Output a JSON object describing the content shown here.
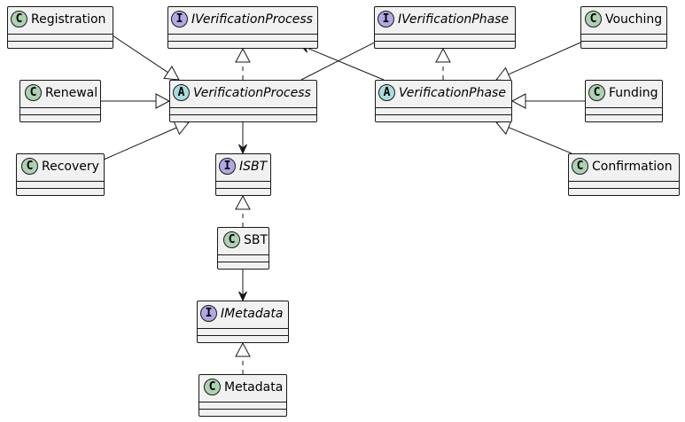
{
  "colors": {
    "class_badge": "#add1b2",
    "interface_badge": "#b4a7e5",
    "abstract_badge": "#a9dcdf",
    "box_fill": "#f1f1f1",
    "line": "#181818"
  },
  "nodes": [
    {
      "id": "Registration",
      "kind": "class",
      "badge": "C",
      "name": "Registration"
    },
    {
      "id": "IVerificationProcess",
      "kind": "interface",
      "badge": "I",
      "name": "IVerificationProcess"
    },
    {
      "id": "IVerificationPhase",
      "kind": "interface",
      "badge": "I",
      "name": "IVerificationPhase"
    },
    {
      "id": "Vouching",
      "kind": "class",
      "badge": "C",
      "name": "Vouching"
    },
    {
      "id": "Renewal",
      "kind": "class",
      "badge": "C",
      "name": "Renewal"
    },
    {
      "id": "VerificationProcess",
      "kind": "abstract",
      "badge": "A",
      "name": "VerificationProcess"
    },
    {
      "id": "VerificationPhase",
      "kind": "abstract",
      "badge": "A",
      "name": "VerificationPhase"
    },
    {
      "id": "Funding",
      "kind": "class",
      "badge": "C",
      "name": "Funding"
    },
    {
      "id": "Recovery",
      "kind": "class",
      "badge": "C",
      "name": "Recovery"
    },
    {
      "id": "ISBT",
      "kind": "interface",
      "badge": "I",
      "name": "ISBT"
    },
    {
      "id": "Confirmation",
      "kind": "class",
      "badge": "C",
      "name": "Confirmation"
    },
    {
      "id": "SBT",
      "kind": "class",
      "badge": "C",
      "name": "SBT"
    },
    {
      "id": "IMetadata",
      "kind": "interface",
      "badge": "I",
      "name": "IMetadata"
    },
    {
      "id": "Metadata",
      "kind": "class",
      "badge": "C",
      "name": "Metadata"
    }
  ],
  "edges": [
    {
      "from": "Registration",
      "to": "VerificationProcess",
      "type": "extends"
    },
    {
      "from": "Renewal",
      "to": "VerificationProcess",
      "type": "extends"
    },
    {
      "from": "Recovery",
      "to": "VerificationProcess",
      "type": "extends"
    },
    {
      "from": "VerificationProcess",
      "to": "IVerificationProcess",
      "type": "implements"
    },
    {
      "from": "VerificationProcess",
      "to": "IVerificationPhase",
      "type": "association"
    },
    {
      "from": "VerificationPhase",
      "to": "IVerificationProcess",
      "type": "association"
    },
    {
      "from": "VerificationPhase",
      "to": "IVerificationPhase",
      "type": "implements"
    },
    {
      "from": "Vouching",
      "to": "VerificationPhase",
      "type": "extends"
    },
    {
      "from": "Funding",
      "to": "VerificationPhase",
      "type": "extends"
    },
    {
      "from": "Confirmation",
      "to": "VerificationPhase",
      "type": "extends"
    },
    {
      "from": "VerificationProcess",
      "to": "ISBT",
      "type": "association"
    },
    {
      "from": "SBT",
      "to": "ISBT",
      "type": "implements"
    },
    {
      "from": "SBT",
      "to": "IMetadata",
      "type": "association"
    },
    {
      "from": "Metadata",
      "to": "IMetadata",
      "type": "implements"
    }
  ]
}
